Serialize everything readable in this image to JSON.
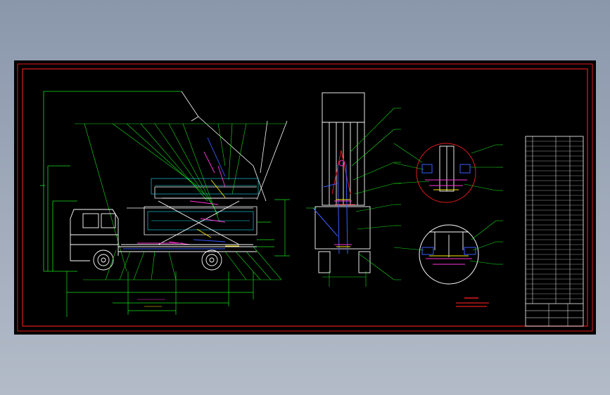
{
  "drawing": {
    "background": "#000000",
    "frame_color": "#e01b1b",
    "dim_color": "#19e01c",
    "wire_color": "#ffffff",
    "accent_blue": "#3a5cff",
    "accent_magenta": "#ff35d6",
    "accent_yellow": "#ffe600",
    "accent_cyan": "#24e0ff"
  },
  "views": {
    "side_view": "side-elevation-dump-truck",
    "rear_view": "rear-elevation-lift-mechanism",
    "detail_top": "detail-circle-upper",
    "detail_bottom": "detail-circle-lower"
  },
  "title_block": {
    "rows": 34,
    "columns": 4
  }
}
